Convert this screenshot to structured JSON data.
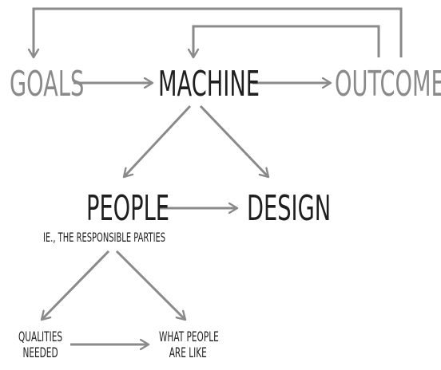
{
  "nodes": {
    "goals": "GOALS",
    "machine": "MACHINE",
    "outcomes": "OUTCOMES",
    "people": "PEOPLE",
    "people_note": "IE., THE RESPONSIBLE PARTIES",
    "design": "DESIGN",
    "qualities_line1": "QUALITIES",
    "qualities_line2": "NEEDED",
    "what_people_line1": "WHAT PEOPLE",
    "what_people_line2": "ARE LIKE"
  },
  "colors": {
    "arrow": "#8a8a8a",
    "dark_text": "#1f1f1f",
    "grey_text": "#8a8a8a"
  }
}
